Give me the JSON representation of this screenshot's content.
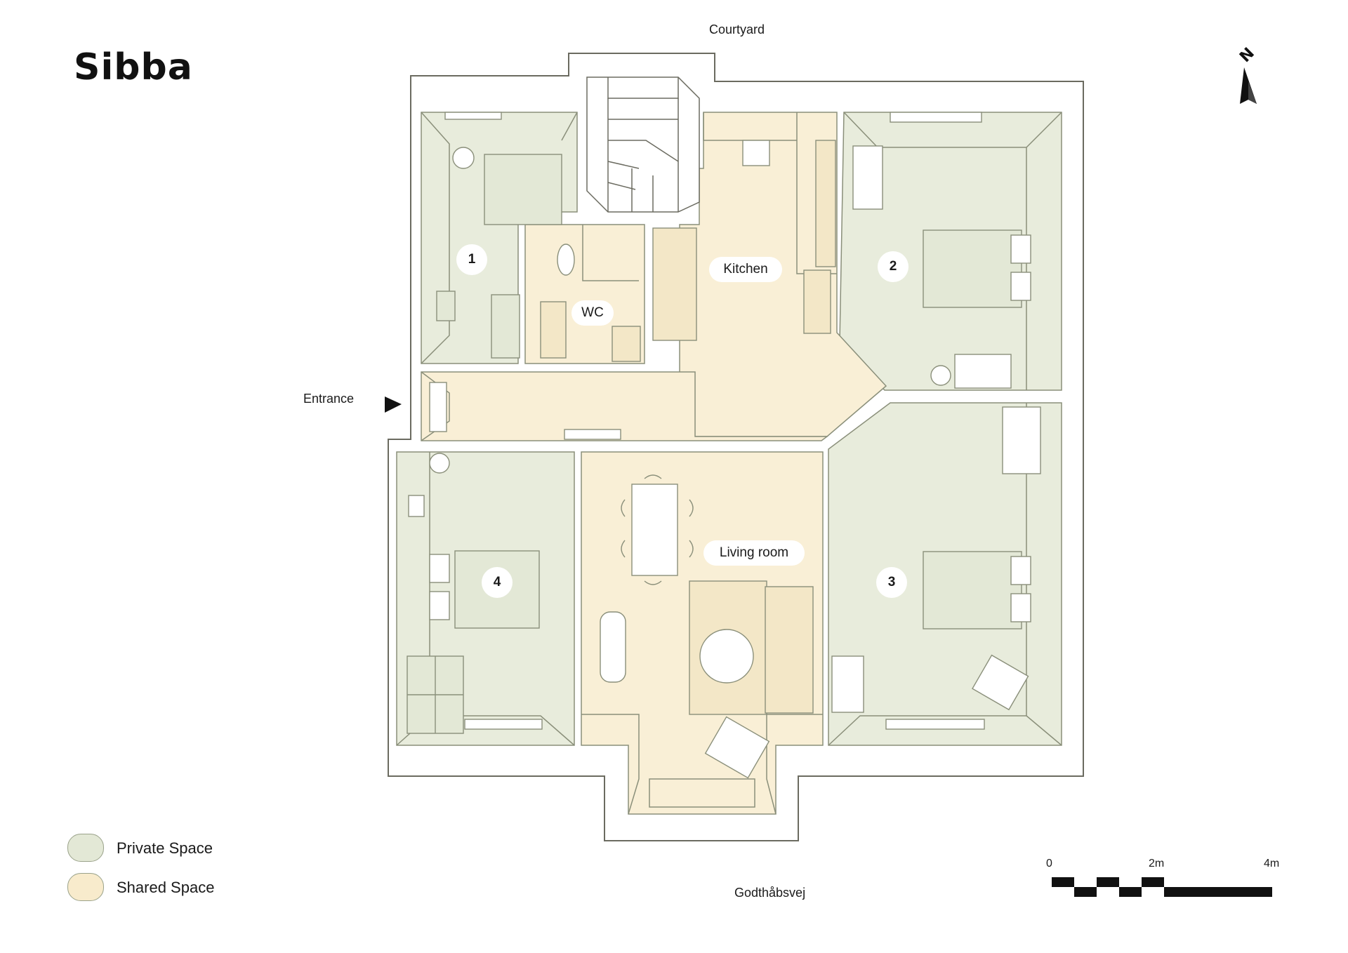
{
  "title": "Sibba",
  "streets": {
    "top": "Courtyard",
    "bottom": "Godthåbsvej"
  },
  "entrance": "Entrance",
  "rooms": {
    "room1": "1",
    "room2": "2",
    "room3": "3",
    "room4": "4",
    "kitchen": "Kitchen",
    "wc": "WC",
    "living": "Living room"
  },
  "legend": {
    "private": {
      "label": "Private Space",
      "color": "#e3e8d6"
    },
    "shared": {
      "label": "Shared Space",
      "color": "#f8ebcc"
    }
  },
  "scale": {
    "labels": [
      "0",
      "2m",
      "4m"
    ]
  },
  "colors": {
    "private_fill": "#e8ecdc",
    "shared_fill": "#f9efd6",
    "wall": "#ffffff",
    "line": "#6b6b60"
  },
  "icons": {
    "compass": "north-arrow-icon",
    "entrance": "entrance-arrow-icon"
  }
}
